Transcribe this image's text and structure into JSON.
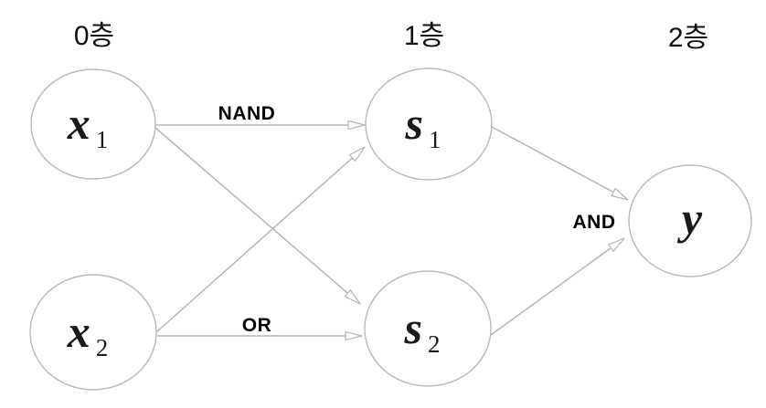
{
  "diagram": {
    "description_type": "network-diagram",
    "layer_labels": {
      "layer0": "0층",
      "layer1": "1층",
      "layer2": "2층"
    },
    "nodes": {
      "x1": {
        "base": "x",
        "sub": "1"
      },
      "x2": {
        "base": "x",
        "sub": "2"
      },
      "s1": {
        "base": "s",
        "sub": "1"
      },
      "s2": {
        "base": "s",
        "sub": "2"
      },
      "y": {
        "base": "y",
        "sub": ""
      }
    },
    "edges": {
      "x1_s1": {
        "from": "x1",
        "to": "s1",
        "label": "NAND"
      },
      "x1_s2": {
        "from": "x1",
        "to": "s2",
        "label": ""
      },
      "x2_s1": {
        "from": "x2",
        "to": "s1",
        "label": ""
      },
      "x2_s2": {
        "from": "x2",
        "to": "s2",
        "label": "OR"
      },
      "s1_y": {
        "from": "s1",
        "to": "y",
        "label": ""
      },
      "s2_y": {
        "from": "s2",
        "to": "y",
        "label": ""
      }
    },
    "output_gate_label": "AND",
    "colors": {
      "stroke": "#b5b5b5",
      "label_text": "#000000",
      "node_text": "#1a1a1a",
      "background": "#ffffff"
    }
  }
}
